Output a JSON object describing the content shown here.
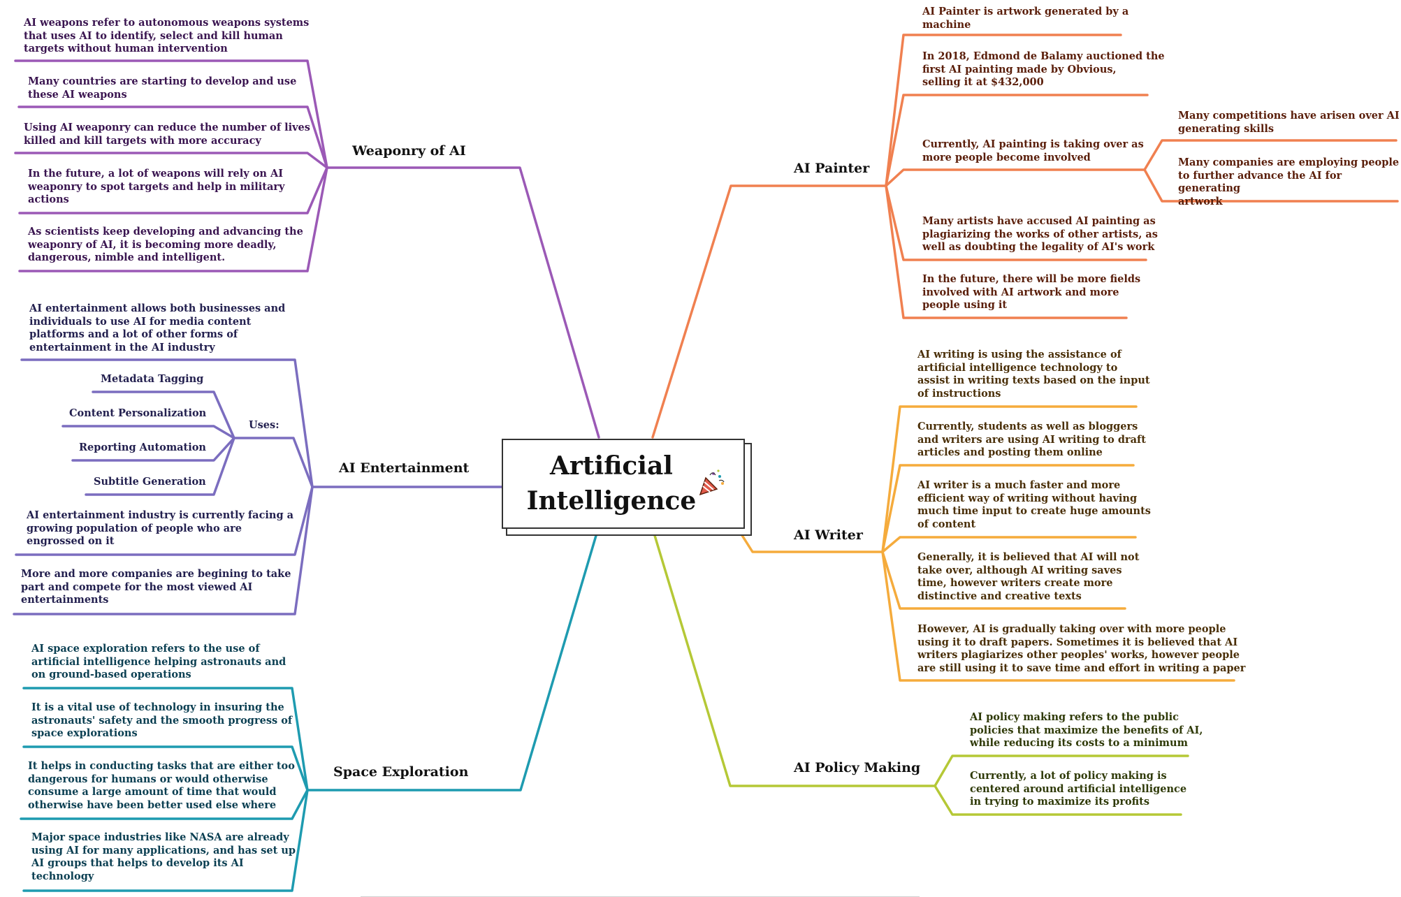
{
  "colors": {
    "weaponry": "#9b59b6",
    "painter": "#f08050",
    "entertainment": "#7b6dbf",
    "writer": "#f5ab3c",
    "space": "#1e9bb0",
    "policy": "#b5c836"
  },
  "central": {
    "title": "Artificial\nIntelligence",
    "icon": "party-popper-icon"
  },
  "weaponry": {
    "label": "Weaponry of AI",
    "items": [
      "AI weapons refer to autonomous weapons systems\nthat uses AI to identify, select and kill human\ntargets without human intervention",
      "Many countries are starting to develop and use\nthese AI weapons",
      "Using AI weaponry can reduce the number of lives\nkilled and kill targets with more accuracy",
      "In the future, a lot of weapons will rely on AI\nweaponry to spot targets and help in military\nactions",
      "As scientists keep developing and advancing the\nweaponry of AI, it is becoming more deadly,\ndangerous, nimble and intelligent."
    ]
  },
  "entertainment": {
    "label": "AI Entertainment",
    "intro": "AI entertainment allows both businesses and\nindividuals to use AI for media content\nplatforms and a lot of other forms of\nentertainment in the AI industry",
    "uses_label": "Uses:",
    "uses": [
      "Metadata Tagging",
      "Content Personalization",
      "Reporting Automation",
      "Subtitle Generation"
    ],
    "facing": "AI entertainment industry is currently facing a\ngrowing population of people who are\nengrossed on it",
    "compete": "More and more companies are begining to take\npart and compete for the most viewed AI\nentertainments"
  },
  "space": {
    "label": "Space Exploration",
    "items": [
      "AI space exploration refers to the use of\nartificial intelligence helping astronauts and\non ground-based operations",
      "It is a vital use of technology in insuring the\nastronauts' safety and the smooth progress of\nspace explorations",
      "It helps in conducting tasks that are either too\ndangerous for humans or would otherwise\nconsume a large amount of time that would\notherwise have been better used else where",
      "Major space industries like NASA are already\nusing AI for many applications, and has set up\nAI groups that helps to develop its AI\ntechnology"
    ]
  },
  "painter": {
    "label": "AI Painter",
    "items": [
      "AI Painter is artwork generated by a\nmachine",
      "In 2018, Edmond de Balamy auctioned the\nfirst AI painting made by Obvious,\nselling it at $432,000",
      "Currently, AI painting is taking over as\nmore people become involved",
      "Many artists have accused AI painting as\nplagiarizing the works of other artists, as\nwell as doubting the legality of AI's work",
      "In the future, there will be more fields\ninvolved with AI artwork and more\npeople using it"
    ],
    "sub_items": [
      "Many competitions have arisen over AI\ngenerating skills",
      "Many companies are employing people\nto further advance the AI for generating\nartwork"
    ]
  },
  "writer": {
    "label": "AI Writer",
    "items": [
      "AI writing is using the assistance of\nartificial intelligence technology to\nassist in writing texts based on the input\nof instructions",
      "Currently, students as well as bloggers\nand writers are using AI writing to draft\narticles and posting them online",
      "AI writer is a much faster and more\nefficient way of writing without having\nmuch time input to create huge amounts\nof content",
      "Generally, it is believed that AI will not\ntake over, although AI writing saves\ntime, however writers create more\ndistinctive and creative texts",
      "However, AI is gradually taking over with more people\nusing it to draft papers. Sometimes it is believed that AI\nwriters plagiarizes other peoples' works, however people\nare still using it to save time and effort in writing a paper"
    ]
  },
  "policy": {
    "label": "AI Policy Making",
    "items": [
      "AI policy making refers to the public\npolicies that maximize the benefits of AI,\nwhile reducing its costs to a minimum",
      "Currently, a lot of policy making is\ncentered around artificial intelligence\nin trying to maximize its profits"
    ]
  }
}
